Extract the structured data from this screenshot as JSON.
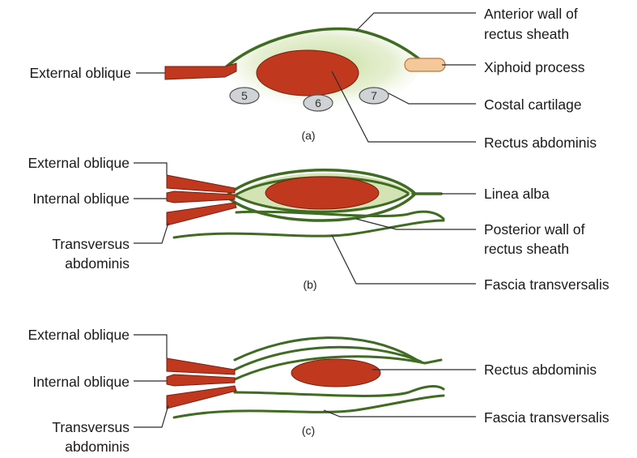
{
  "panel_a": {
    "caption": "(a)",
    "labels": {
      "anterior_wall_1": "Anterior wall of",
      "anterior_wall_2": "rectus sheath",
      "xiphoid": "Xiphoid process",
      "costal": "Costal cartilage",
      "rectus": "Rectus abdominis",
      "external_oblique": "External oblique"
    },
    "cartilages": [
      "5",
      "6",
      "7"
    ]
  },
  "panel_b": {
    "caption": "(b)",
    "labels": {
      "external_oblique": "External oblique",
      "internal_oblique": "Internal oblique",
      "transversus_1": "Transversus",
      "transversus_2": "abdominis",
      "linea_alba": "Linea alba",
      "posterior_wall_1": "Posterior wall of",
      "posterior_wall_2": "rectus sheath",
      "fascia": "Fascia transversalis"
    }
  },
  "panel_c": {
    "caption": "(c)",
    "labels": {
      "external_oblique": "External oblique",
      "internal_oblique": "Internal oblique",
      "transversus_1": "Transversus",
      "transversus_2": "abdominis",
      "rectus": "Rectus abdominis",
      "fascia": "Fascia transversalis"
    }
  },
  "colors": {
    "muscle": "#c0391f",
    "sheath": "#3f6b22",
    "sheath_fill": "#d4e3b4",
    "cartilage": "#cfd3d6"
  }
}
